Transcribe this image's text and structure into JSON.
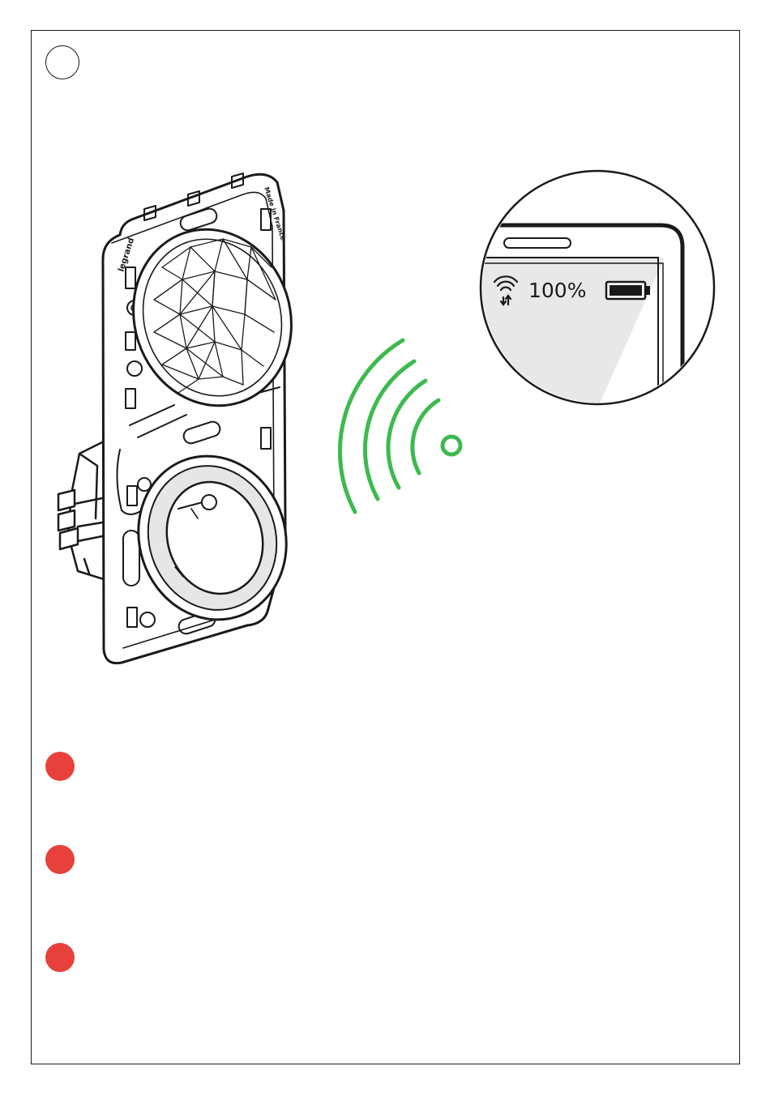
{
  "phone_status": {
    "battery_text": "100%",
    "icons": [
      "wifi-signal-icon",
      "battery-full-icon"
    ]
  },
  "device": {
    "brand_text": "legrand",
    "made_in_text": "Made in France"
  },
  "colors": {
    "wireless_waves": "#3dba4e",
    "bullets": "#e8403a",
    "outline": "#1a1a1a"
  },
  "bullet_count": 3
}
